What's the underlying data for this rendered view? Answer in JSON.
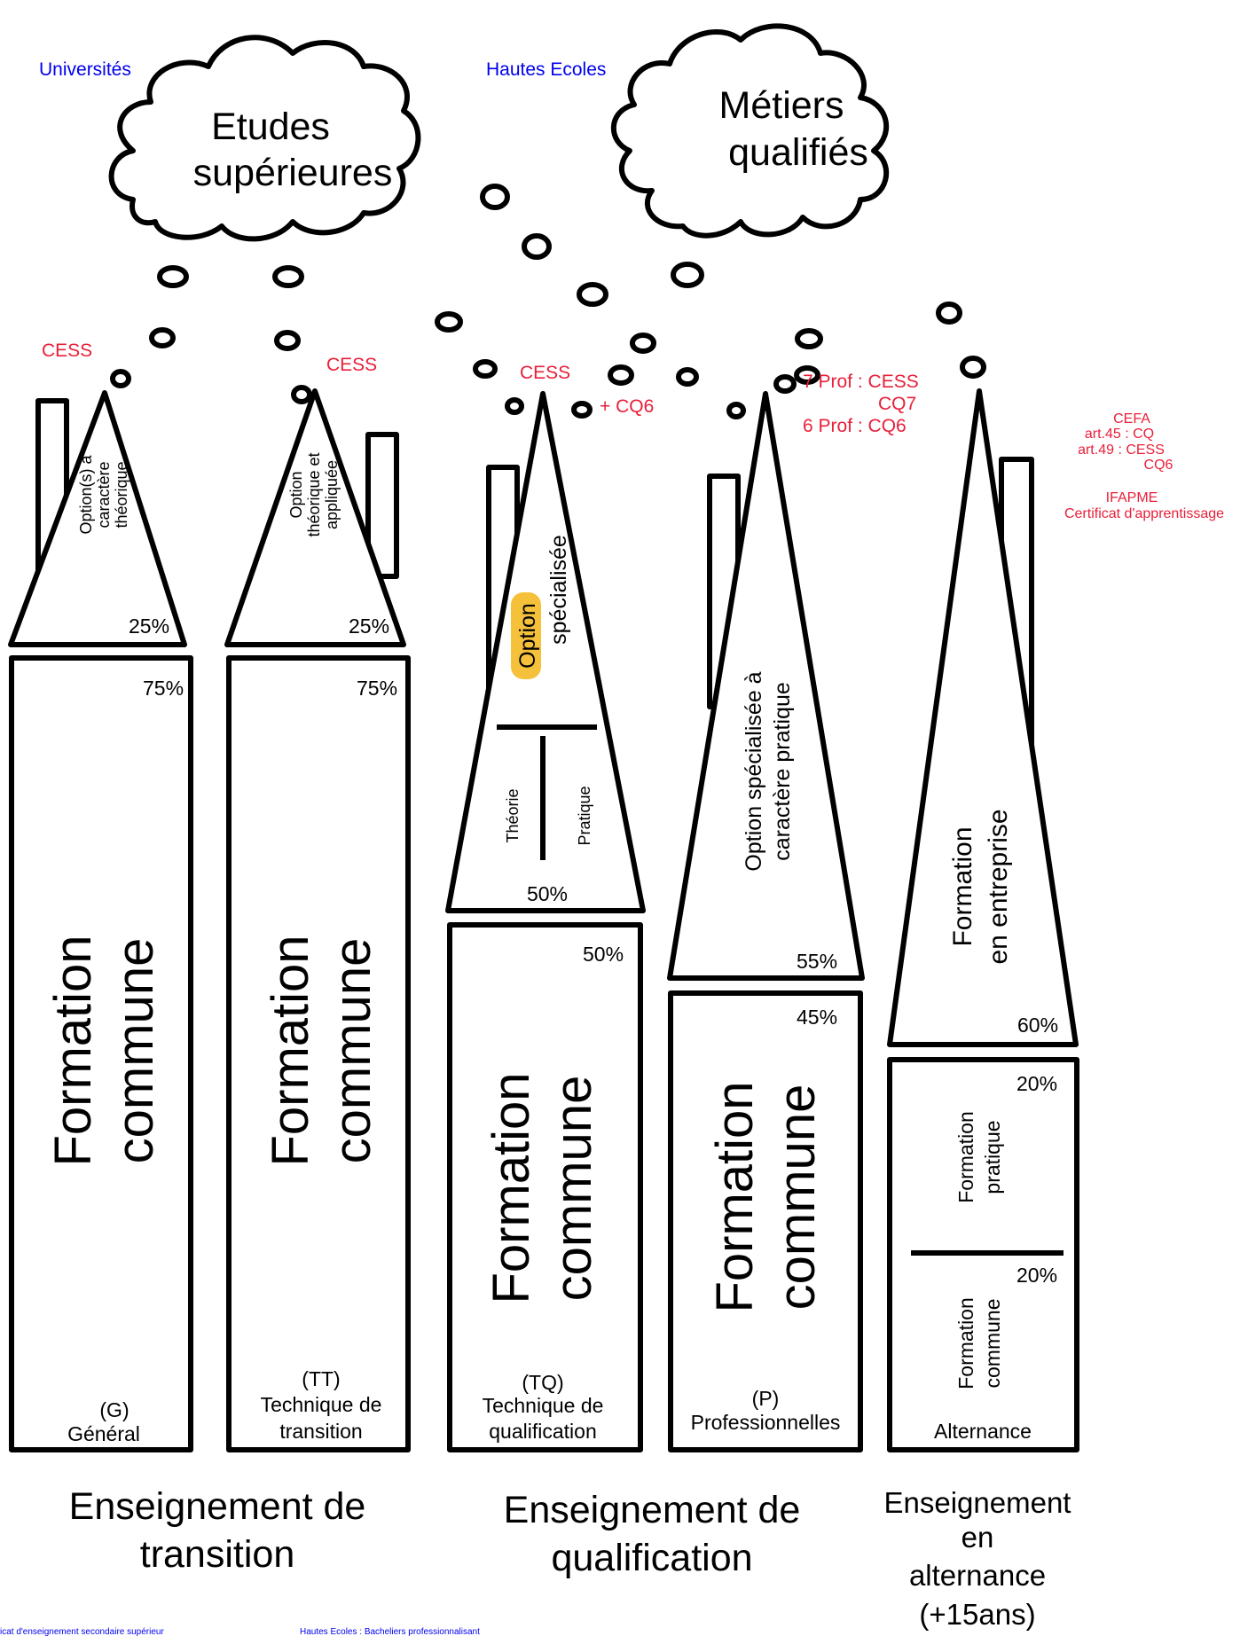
{
  "colors": {
    "blue": "#0000ee",
    "red": "#e8203a",
    "highlight": "#f5c13a",
    "stroke": "#000000"
  },
  "clouds": {
    "left": [
      "Etudes",
      "supérieures"
    ],
    "right": [
      "Métiers",
      "qualifiés"
    ]
  },
  "top_labels": {
    "universites": "Universités",
    "hautes_ecoles": "Hautes Ecoles"
  },
  "certificates": {
    "g": "CESS",
    "tt": "CESS",
    "tq": "CESS",
    "tq_extra": "+ CQ6",
    "p_line1": "7 Prof : CESS",
    "p_line2": "CQ7",
    "p_line3": "6 Prof : CQ6",
    "alt_cefa": "CEFA",
    "alt_art45": "art.45 : CQ",
    "alt_art49": "art.49 : CESS",
    "alt_cq6": "CQ6",
    "alt_ifapme": "IFAPME",
    "alt_certif": "Certificat d'apprentissage"
  },
  "columns": {
    "g": {
      "code": "(G)",
      "name": "Général",
      "option": [
        "Option(s) à",
        "caractère",
        "théorique"
      ],
      "option_pct": "25%",
      "common_pct": "75%",
      "common": [
        "Formation",
        "commune"
      ]
    },
    "tt": {
      "code": "(TT)",
      "name1": "Technique de",
      "name2": "transition",
      "option": [
        "Option",
        "théorique et",
        "appliquée"
      ],
      "option_pct": "25%",
      "common_pct": "75%",
      "common": [
        "Formation",
        "commune"
      ]
    },
    "tq": {
      "code": "(TQ)",
      "name1": "Technique de",
      "name2": "qualification",
      "option_word": "Option",
      "option_word2": "spécialisée",
      "theory": "Théorie",
      "practice": "Pratique",
      "option_pct": "50%",
      "common_pct": "50%",
      "common": [
        "Formation",
        "commune"
      ]
    },
    "p": {
      "code": "(P)",
      "name": "Professionnelles",
      "option": [
        "Option spécialisée à",
        "caractère pratique"
      ],
      "option_pct": "55%",
      "common_pct": "45%",
      "common": [
        "Formation",
        "commune"
      ]
    },
    "alt": {
      "name": "Alternance",
      "option": [
        "Formation",
        "en entreprise"
      ],
      "option_pct": "60%",
      "practice": [
        "Formation",
        "pratique"
      ],
      "practice_pct": "20%",
      "common": [
        "Formation",
        "commune"
      ],
      "common_pct": "20%"
    }
  },
  "bottom": {
    "transition": [
      "Enseignement de",
      "transition"
    ],
    "qualification": [
      "Enseignement de",
      "qualification"
    ],
    "alternance": [
      "Enseignement",
      "en",
      "alternance",
      "(+15ans)"
    ]
  },
  "footnotes": {
    "left": "icat d'enseignement secondaire supérieur",
    "right": "Hautes Ecoles : Bacheliers professionnalisant"
  }
}
